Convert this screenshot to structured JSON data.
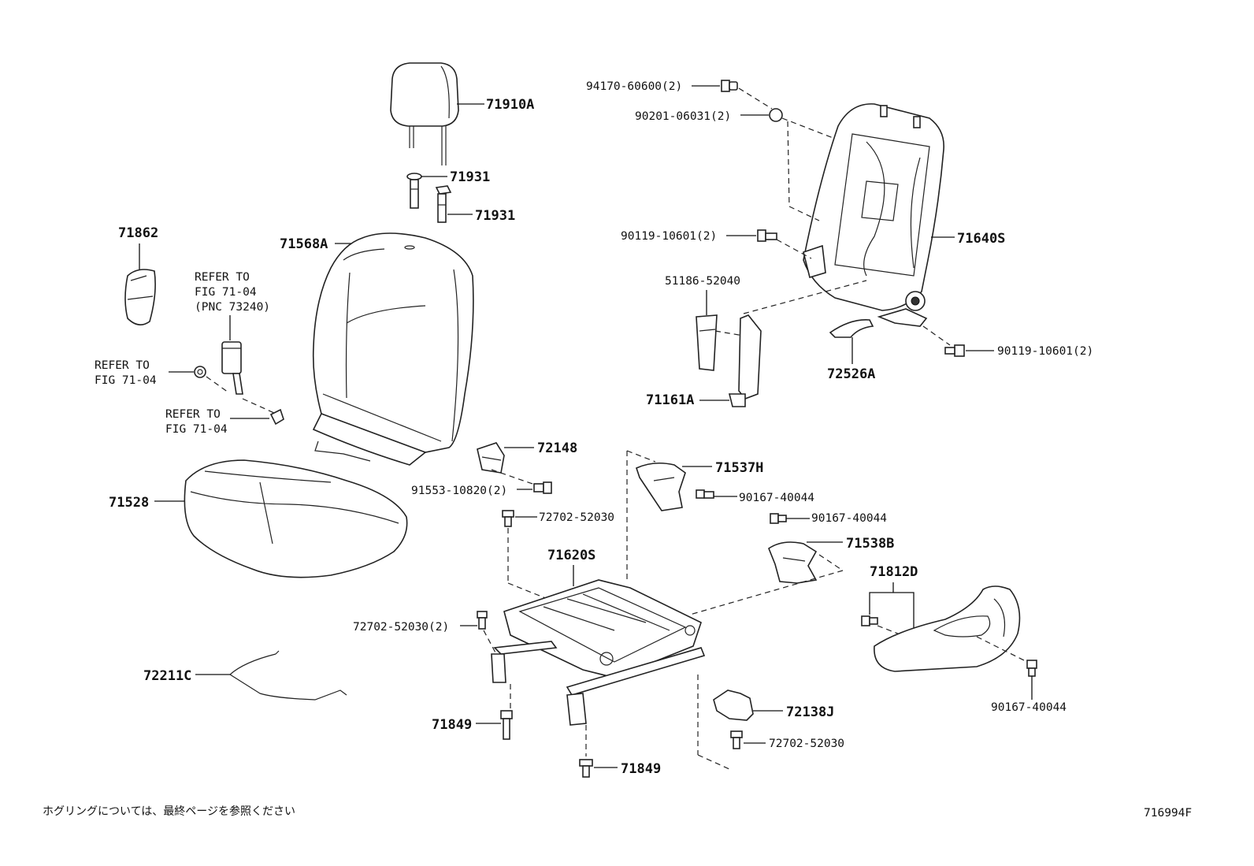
{
  "diagram": {
    "part_numbers": {
      "headrest": "71910A",
      "headrest_guide_1": "71931",
      "headrest_guide_2": "71931",
      "back_cover": "71568A",
      "back_frame": "71640S",
      "cushion": "71528",
      "trim_cover": "71862",
      "cushion_frame": "71620S",
      "wire": "72211C",
      "bolt_71849_a": "71849",
      "bolt_71849_b": "71849",
      "bracket_72148": "72148",
      "shield_71537h": "71537H",
      "shield_71538b": "71538B",
      "cover_71812d": "71812D",
      "cover_72138j": "72138J",
      "cover_72526a": "72526A",
      "bracket_71161a": "71161A",
      "clip_51186": "51186-52040"
    },
    "fasteners": {
      "f_94170": "94170-60600(2)",
      "f_90201": "90201-06031(2)",
      "f_90119_a": "90119-10601(2)",
      "f_90119_b": "90119-10601(2)",
      "f_91553": "91553-10820(2)",
      "f_72702_a": "72702-52030",
      "f_72702_b": "72702-52030(2)",
      "f_72702_c": "72702-52030",
      "f_90167_a": "90167-40044",
      "f_90167_b": "90167-40044",
      "f_90167_c": "90167-40044"
    },
    "refer_notes": {
      "belt_ref_1": "REFER TO",
      "belt_ref_2": "FIG 71-04",
      "belt_ref_3": "(PNC 73240)",
      "anchor_ref_1": "REFER TO",
      "anchor_ref_2": "FIG 71-04",
      "anchor2_ref_1": "REFER TO",
      "anchor2_ref_2": "FIG 71-04"
    },
    "footer": {
      "note_jp": "ホグリングについては、最終ページを参照ください",
      "figure_code": "716994F"
    }
  }
}
